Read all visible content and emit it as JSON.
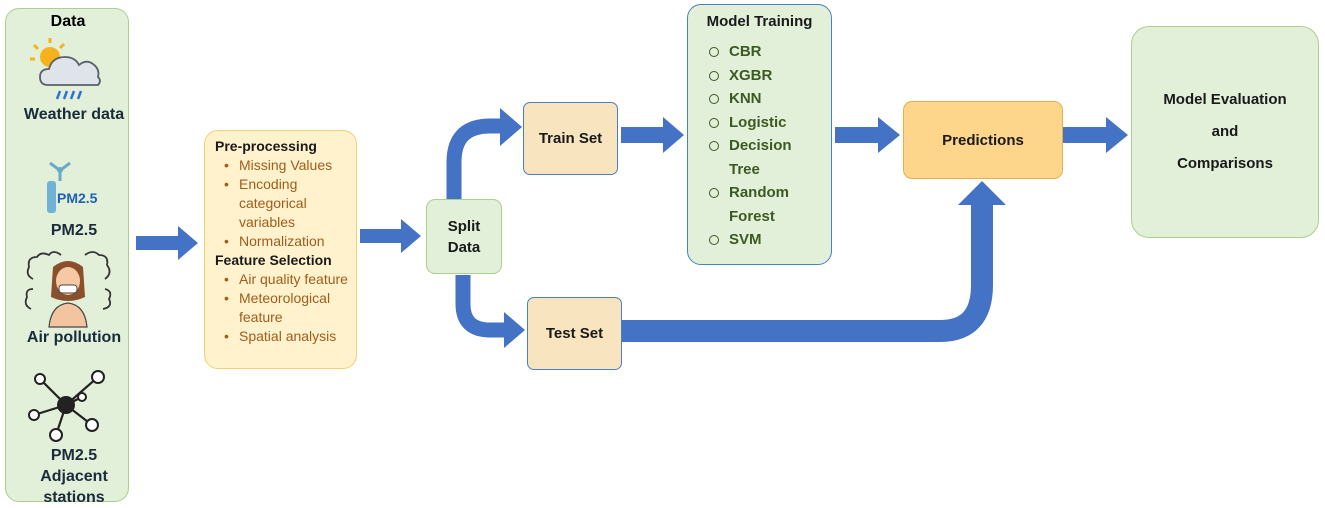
{
  "data_panel": {
    "title": "Data",
    "items": [
      {
        "label": "Weather data",
        "icon": "weather-cloud-sun-rain-icon"
      },
      {
        "label": "PM2.5",
        "icon": "pm25-sensor-icon",
        "icon_text": "PM2.5"
      },
      {
        "label": "Air pollution",
        "icon": "person-in-smog-icon"
      },
      {
        "label": "PM2.5 Adjacent stations",
        "icon": "station-network-icon"
      }
    ]
  },
  "preprocessing": {
    "heading1": "Pre-processing",
    "items1": [
      "Missing Values",
      "Encoding categorical variables",
      "Normalization"
    ],
    "heading2": "Feature Selection",
    "items2": [
      "Air quality feature",
      "Meteorological feature",
      "Spatial analysis"
    ]
  },
  "split": {
    "label": "Split Data"
  },
  "train_set": {
    "label": "Train Set"
  },
  "test_set": {
    "label": "Test Set"
  },
  "model_training": {
    "title": "Model Training",
    "models": [
      "CBR",
      "XGBR",
      "KNN",
      "Logistic",
      "Decision Tree",
      "Random Forest",
      "SVM"
    ]
  },
  "predictions": {
    "label": "Predictions"
  },
  "evaluation": {
    "label_line1": "Model Evaluation",
    "label_line2": "and",
    "label_line3": "Comparisons"
  },
  "colors": {
    "arrow": "#4472c4",
    "green_fill": "#e2efd9",
    "orange_fill": "#fdd58b",
    "tan_fill": "#f8e4bf"
  }
}
